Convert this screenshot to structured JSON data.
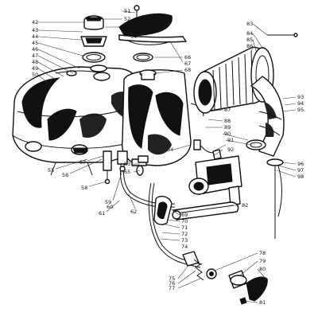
{
  "callouts": [
    {
      "label": "42"
    },
    {
      "label": "43"
    },
    {
      "label": "44"
    },
    {
      "label": "45"
    },
    {
      "label": "46"
    },
    {
      "label": "47"
    },
    {
      "label": "48"
    },
    {
      "label": "49"
    },
    {
      "label": "50"
    },
    {
      "label": "51"
    },
    {
      "label": "52"
    },
    {
      "label": "53"
    },
    {
      "label": "54"
    },
    {
      "label": "55"
    },
    {
      "label": "56"
    },
    {
      "label": "57"
    },
    {
      "label": "58"
    },
    {
      "label": "59"
    },
    {
      "label": "60"
    },
    {
      "label": "61"
    },
    {
      "label": "62"
    },
    {
      "label": "63"
    },
    {
      "label": "64"
    },
    {
      "label": "65"
    },
    {
      "label": "66"
    },
    {
      "label": "67"
    },
    {
      "label": "68"
    },
    {
      "label": "69"
    },
    {
      "label": "70"
    },
    {
      "label": "71"
    },
    {
      "label": "72"
    },
    {
      "label": "73"
    },
    {
      "label": "74"
    },
    {
      "label": "75"
    },
    {
      "label": "76"
    },
    {
      "label": "77"
    },
    {
      "label": "78"
    },
    {
      "label": "79"
    },
    {
      "label": "80"
    },
    {
      "label": "81"
    },
    {
      "label": "82"
    },
    {
      "label": "83"
    },
    {
      "label": "84"
    },
    {
      "label": "85"
    },
    {
      "label": "86"
    },
    {
      "label": "87"
    },
    {
      "label": "88"
    },
    {
      "label": "89"
    },
    {
      "label": "90"
    },
    {
      "label": "91"
    },
    {
      "label": "92"
    },
    {
      "label": "93"
    },
    {
      "label": "94"
    },
    {
      "label": "95"
    },
    {
      "label": "96"
    },
    {
      "label": "97"
    },
    {
      "label": "98"
    }
  ]
}
